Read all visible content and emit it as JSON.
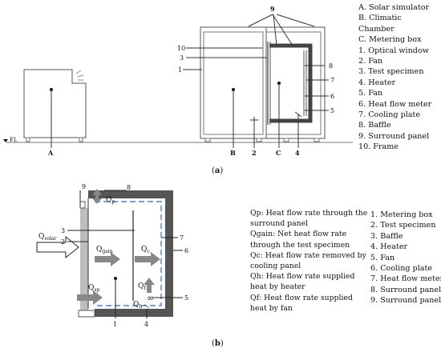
{
  "figure_a": {
    "callouts": [
      "9",
      "10",
      "3",
      "1",
      "8",
      "7",
      "6",
      "5",
      "2",
      "4"
    ],
    "letters": [
      "A",
      "B",
      "C"
    ],
    "floor_label": "FL",
    "legend": [
      "A. Solar simulator",
      "B. Climatic Chamber",
      "C. Metering box",
      "1. Optical window",
      "2. Fan",
      "3. Test specimen",
      "4. Heater",
      "5. Fan",
      "6. Heat flow meter",
      "7. Cooling plate",
      "8. Baffle",
      "9. Surround panel",
      "10. Frame"
    ],
    "caption_open": "(",
    "caption_letter": "a",
    "caption_close": ")"
  },
  "figure_b": {
    "callouts": [
      "9",
      "8",
      "3",
      "2",
      "7",
      "6",
      "5",
      "1",
      "4"
    ],
    "q_solar": "Q",
    "q_solar_sub": "solar",
    "q_p": "Q",
    "q_p_sub": "p",
    "q_gain": "Q",
    "q_gain_sub": "gain",
    "q_c": "Q",
    "q_c_sub": "c",
    "q_sp": "Q",
    "q_sp_sub": "sp",
    "q_f": "Q",
    "q_f_sub": "f",
    "q_h": "Q",
    "q_h_sub": "h",
    "descriptions": [
      "Qp: Heat flow rate through the surround panel",
      "Qgain: Net heat flow rate through the test specimen",
      "Qc: Heat flow rate removed by cooling panel",
      "Qh: Heat flow rate supplied heat by heater",
      "Qf: Heat flow rate supplied heat by fan"
    ],
    "legend": [
      "1. Metering box",
      "2. Test specimen",
      "3. Baffle",
      "4. Heater",
      "5. Fan",
      "6. Cooling plate",
      "7. Heat flow meter",
      "8. Surround panel",
      "9. Surround panel"
    ],
    "caption_open": "(",
    "caption_letter": "b",
    "caption_close": ")"
  }
}
